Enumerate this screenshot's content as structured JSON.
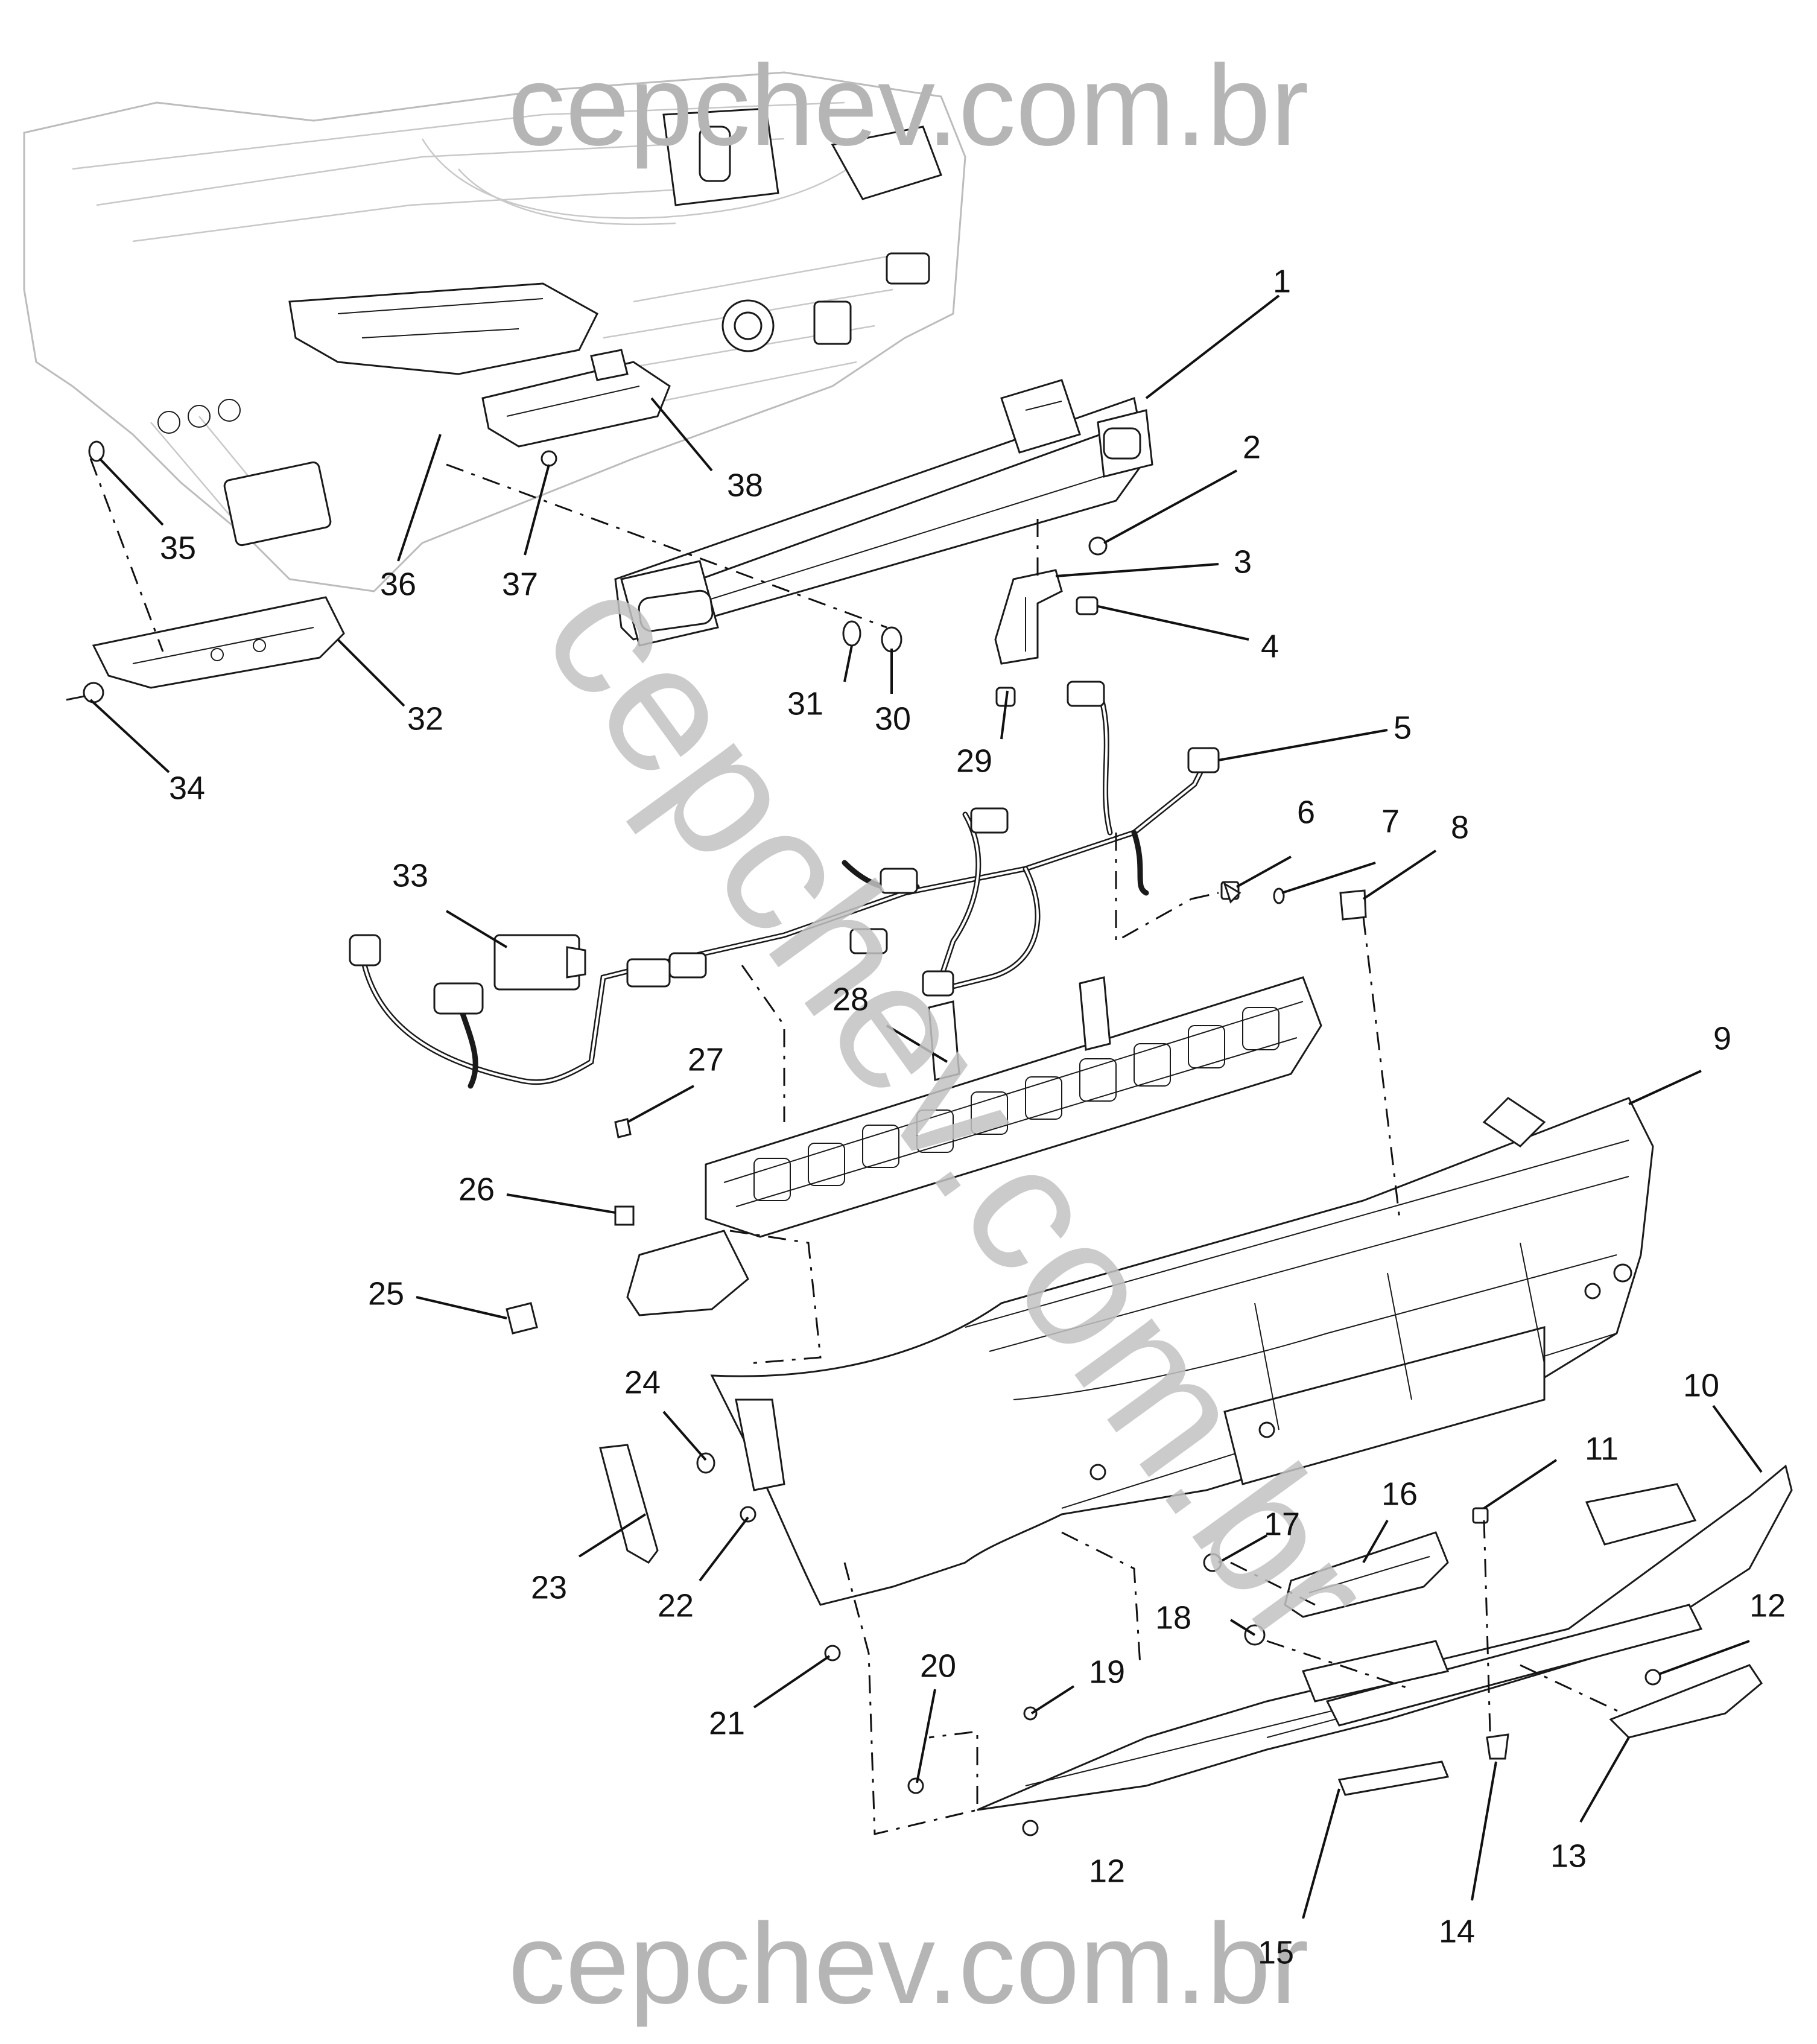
{
  "watermarks": {
    "top": "cepchev.com.br",
    "bottom": "cepchev.com.br",
    "diagonal": "cepchev.com.br"
  },
  "callouts": [
    {
      "id": "1",
      "label": "1"
    },
    {
      "id": "2",
      "label": "2"
    },
    {
      "id": "3",
      "label": "3"
    },
    {
      "id": "4",
      "label": "4"
    },
    {
      "id": "5",
      "label": "5"
    },
    {
      "id": "6",
      "label": "6"
    },
    {
      "id": "7",
      "label": "7"
    },
    {
      "id": "8",
      "label": "8"
    },
    {
      "id": "9",
      "label": "9"
    },
    {
      "id": "10",
      "label": "10"
    },
    {
      "id": "11",
      "label": "11"
    },
    {
      "id": "12a",
      "label": "12"
    },
    {
      "id": "12b",
      "label": "12"
    },
    {
      "id": "13",
      "label": "13"
    },
    {
      "id": "14",
      "label": "14"
    },
    {
      "id": "15",
      "label": "15"
    },
    {
      "id": "16",
      "label": "16"
    },
    {
      "id": "17",
      "label": "17"
    },
    {
      "id": "18",
      "label": "18"
    },
    {
      "id": "19",
      "label": "19"
    },
    {
      "id": "20",
      "label": "20"
    },
    {
      "id": "21",
      "label": "21"
    },
    {
      "id": "22",
      "label": "22"
    },
    {
      "id": "23",
      "label": "23"
    },
    {
      "id": "24",
      "label": "24"
    },
    {
      "id": "25",
      "label": "25"
    },
    {
      "id": "26",
      "label": "26"
    },
    {
      "id": "27",
      "label": "27"
    },
    {
      "id": "28",
      "label": "28"
    },
    {
      "id": "29",
      "label": "29"
    },
    {
      "id": "30",
      "label": "30"
    },
    {
      "id": "31",
      "label": "31"
    },
    {
      "id": "32",
      "label": "32"
    },
    {
      "id": "33",
      "label": "33"
    },
    {
      "id": "34",
      "label": "34"
    },
    {
      "id": "35",
      "label": "35"
    },
    {
      "id": "36",
      "label": "36"
    },
    {
      "id": "37",
      "label": "37"
    },
    {
      "id": "38",
      "label": "38"
    }
  ]
}
